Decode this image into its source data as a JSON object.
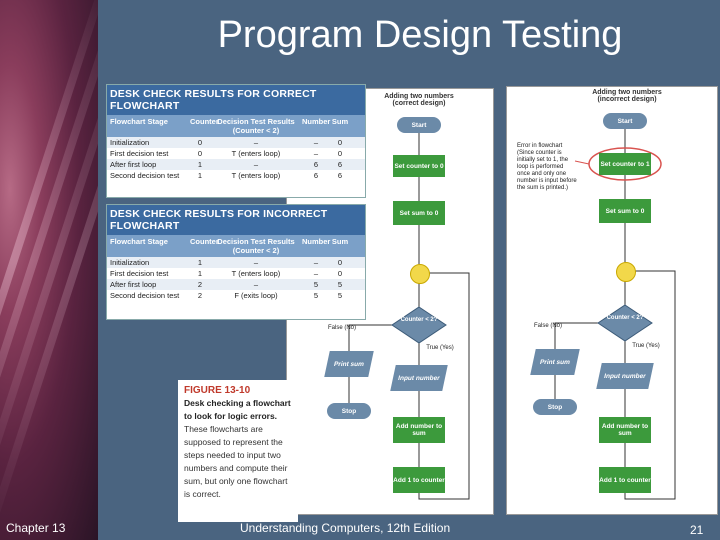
{
  "slide": {
    "title": "Program Design Testing",
    "footer_left": "Chapter 13",
    "footer_center": "Understanding Computers, 12th Edition",
    "page_number": "21"
  },
  "table_correct": {
    "title": "DESK CHECK RESULTS FOR CORRECT FLOWCHART",
    "columns": [
      "Flowchart Stage",
      "Counter",
      "Decision Test Results (Counter < 2)",
      "Number",
      "Sum"
    ],
    "rows": [
      [
        "Initialization",
        "0",
        "–",
        "–",
        "0"
      ],
      [
        "First decision test",
        "0",
        "T (enters loop)",
        "–",
        "0"
      ],
      [
        "After first loop",
        "1",
        "–",
        "6",
        "6"
      ],
      [
        "Second decision test",
        "1",
        "T (enters loop)",
        "6",
        "6"
      ]
    ]
  },
  "table_incorrect": {
    "title": "DESK CHECK RESULTS FOR INCORRECT FLOWCHART",
    "columns": [
      "Flowchart Stage",
      "Counter",
      "Decision Test Results (Counter < 2)",
      "Number",
      "Sum"
    ],
    "rows": [
      [
        "Initialization",
        "1",
        "–",
        "–",
        "0"
      ],
      [
        "First decision test",
        "1",
        "T (enters loop)",
        "–",
        "0"
      ],
      [
        "After first loop",
        "2",
        "–",
        "5",
        "5"
      ],
      [
        "Second decision test",
        "2",
        "F (exits loop)",
        "5",
        "5"
      ]
    ]
  },
  "caption": {
    "figure": "FIGURE 13-10",
    "bold": "Desk checking a flowchart to look for logic errors.",
    "text": "These flowcharts are supposed to represent the steps needed to input two numbers and compute their sum, but only one flowchart is correct."
  },
  "flow_correct": {
    "title": "Adding two numbers (correct design)",
    "start": "Start",
    "set_counter": "Set counter to 0",
    "set_sum": "Set sum to 0",
    "decision": "Counter < 2?",
    "false_label": "False (No)",
    "true_label": "True (Yes)",
    "print": "Print sum",
    "stop": "Stop",
    "input": "Input number",
    "add_number": "Add number to sum",
    "add_one": "Add 1 to counter"
  },
  "flow_incorrect": {
    "title": "Adding two numbers (incorrect design)",
    "start": "Start",
    "set_counter": "Set counter to 1",
    "set_sum": "Set sum to 0",
    "decision": "Counter < 2?",
    "false_label": "False (No)",
    "true_label": "True (Yes)",
    "print": "Print sum",
    "stop": "Stop",
    "input": "Input number",
    "add_number": "Add number to sum",
    "add_one": "Add 1 to counter",
    "error_note": "Error in flowchart (Since counter is initially set to 1, the loop is performed once and only one number is input before the sum is printed.)"
  }
}
